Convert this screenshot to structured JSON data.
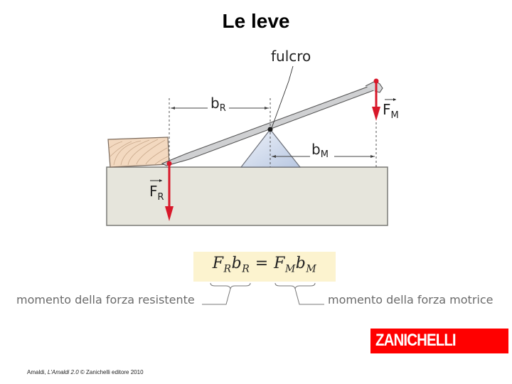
{
  "title": "Le leve",
  "diagram": {
    "fulcrum_label": "fulcro",
    "b_r_label": "b",
    "b_r_sub": "R",
    "b_m_label": "b",
    "b_m_sub": "M",
    "f_r_label": "F",
    "f_r_sub": "R",
    "f_m_label": "F",
    "f_m_sub": "M",
    "colors": {
      "force_arrow": "#d8182a",
      "ground": "#e6e5dc",
      "wood": "#f3d9c0",
      "fulcrum": "#c9d6ea",
      "lever": "#c8c9cb"
    }
  },
  "formula": {
    "fr": "F",
    "fr_sub": "R",
    "br": "b",
    "br_sub": "R",
    "equals": "=",
    "fm": "F",
    "fm_sub": "M",
    "bm": "b",
    "bm_sub": "M",
    "left_caption": "momento della forza resistente",
    "right_caption": "momento della forza motrice"
  },
  "logo": {
    "text": "ZANICHELLI",
    "color": "#ff0000"
  },
  "footer": {
    "author": "Amaldi, ",
    "book": "L'Amaldi 2.0",
    "rest": " © Zanichelli editore 2010"
  }
}
